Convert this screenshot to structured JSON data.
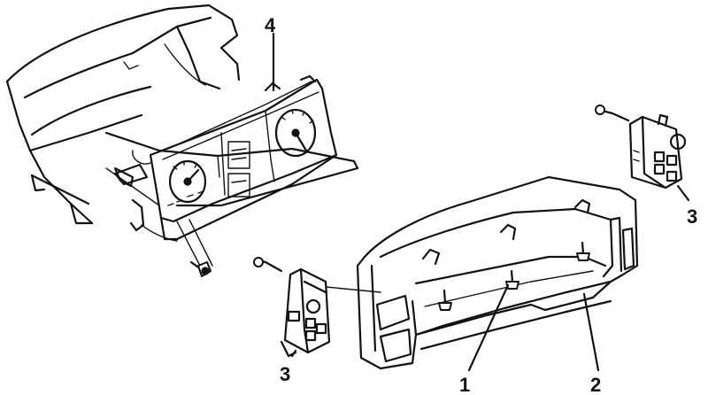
{
  "callouts": {
    "c1": "1",
    "c2": "2",
    "c3a": "3",
    "c3b": "3",
    "c4": "4"
  }
}
